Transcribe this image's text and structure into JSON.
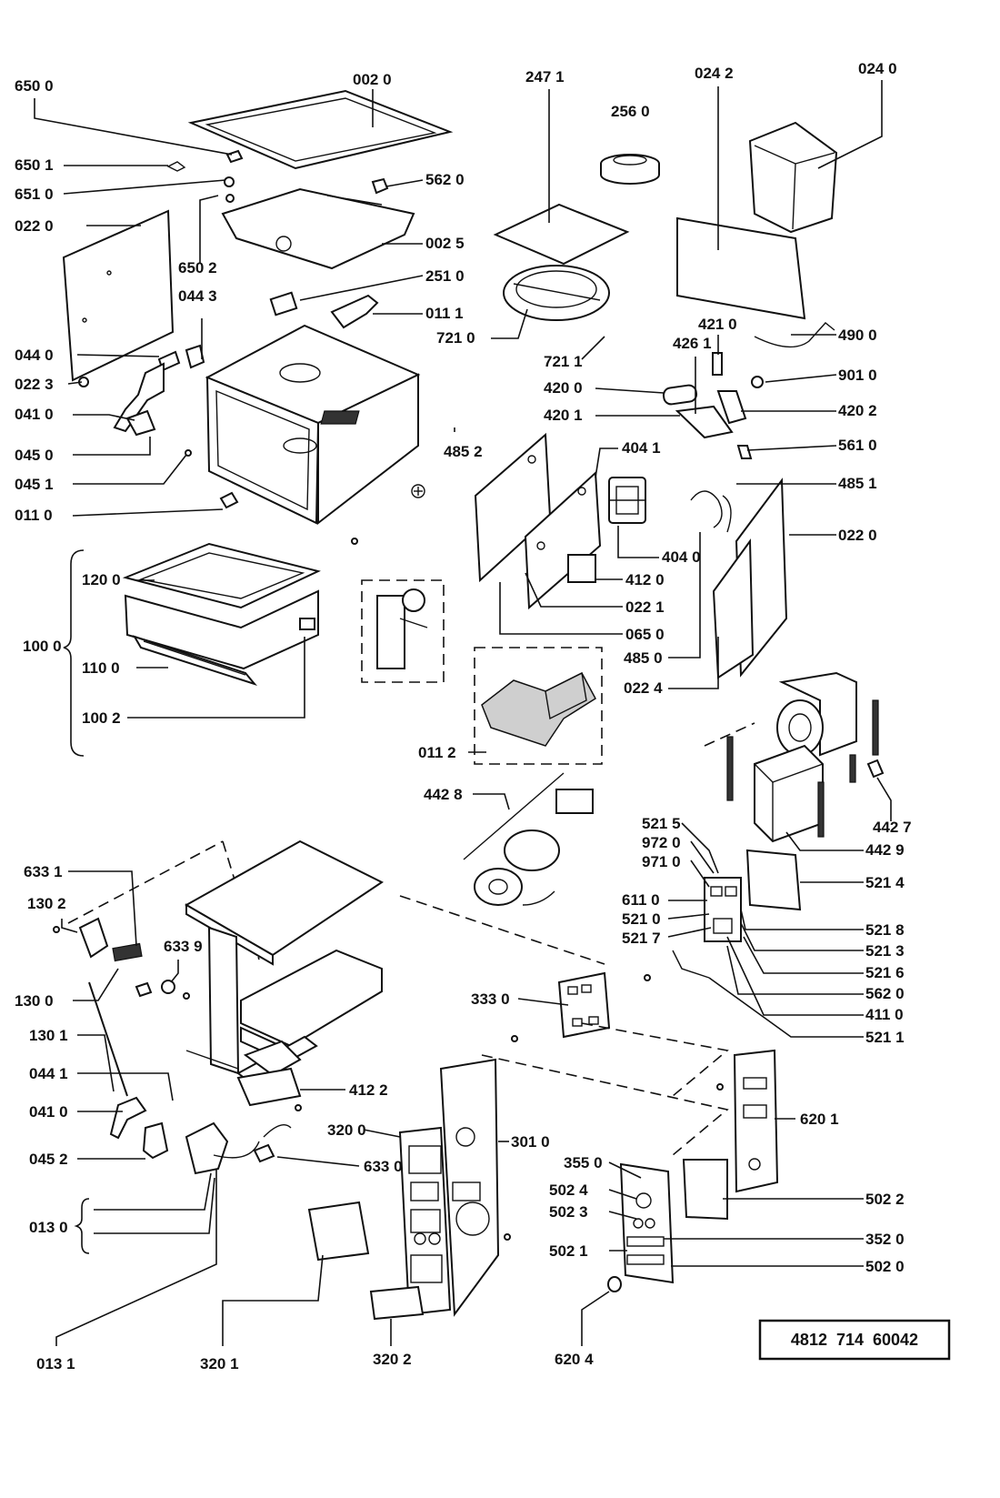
{
  "diagram": {
    "document_number": "4812  714  60042",
    "labels": [
      {
        "id": "l01",
        "text": "650 0"
      },
      {
        "id": "l02",
        "text": "002  0"
      },
      {
        "id": "l03",
        "text": "247  1"
      },
      {
        "id": "l04",
        "text": "256  0"
      },
      {
        "id": "l05",
        "text": "024  2"
      },
      {
        "id": "l06",
        "text": "024 0"
      },
      {
        "id": "l07",
        "text": "650  1"
      },
      {
        "id": "l08",
        "text": "562 0"
      },
      {
        "id": "l09",
        "text": "651 0"
      },
      {
        "id": "l10",
        "text": "022 0"
      },
      {
        "id": "l11",
        "text": "002 5"
      },
      {
        "id": "l12",
        "text": "650 2"
      },
      {
        "id": "l13",
        "text": "251 0"
      },
      {
        "id": "l14",
        "text": "044 3"
      },
      {
        "id": "l15",
        "text": "011 1"
      },
      {
        "id": "l16",
        "text": "721 0"
      },
      {
        "id": "l17",
        "text": "421 0"
      },
      {
        "id": "l18",
        "text": "426 1"
      },
      {
        "id": "l19",
        "text": "490 0"
      },
      {
        "id": "l20",
        "text": "044 0"
      },
      {
        "id": "l21",
        "text": "721 1"
      },
      {
        "id": "l22",
        "text": "901 0"
      },
      {
        "id": "l23",
        "text": "022 3"
      },
      {
        "id": "l24",
        "text": "420 0"
      },
      {
        "id": "l25",
        "text": "420 2"
      },
      {
        "id": "l26",
        "text": "041 0"
      },
      {
        "id": "l27",
        "text": "420 1"
      },
      {
        "id": "l28",
        "text": "485 2"
      },
      {
        "id": "l29",
        "text": "561 0"
      },
      {
        "id": "l30",
        "text": "045 0"
      },
      {
        "id": "l31",
        "text": "404 1"
      },
      {
        "id": "l32",
        "text": "045 1"
      },
      {
        "id": "l33",
        "text": "485 1"
      },
      {
        "id": "l34",
        "text": "011 0"
      },
      {
        "id": "l35",
        "text": "022 0"
      },
      {
        "id": "l36",
        "text": "404 0"
      },
      {
        "id": "l37",
        "text": "120 0"
      },
      {
        "id": "l38",
        "text": "412 0"
      },
      {
        "id": "l39",
        "text": "022 1"
      },
      {
        "id": "l40",
        "text": "100 0"
      },
      {
        "id": "l41",
        "text": "065 0"
      },
      {
        "id": "l42",
        "text": "110 0"
      },
      {
        "id": "l43",
        "text": "485 0"
      },
      {
        "id": "l44",
        "text": "022 4"
      },
      {
        "id": "l45",
        "text": "100 2"
      },
      {
        "id": "l46",
        "text": "011 2"
      },
      {
        "id": "l47",
        "text": "442 8"
      },
      {
        "id": "l48",
        "text": "442 7"
      },
      {
        "id": "l49",
        "text": "521 5"
      },
      {
        "id": "l50",
        "text": "442 9"
      },
      {
        "id": "l51",
        "text": "972 0"
      },
      {
        "id": "l52",
        "text": "971 0"
      },
      {
        "id": "l53",
        "text": "521 4"
      },
      {
        "id": "l54",
        "text": "633 1"
      },
      {
        "id": "l55",
        "text": "130 2"
      },
      {
        "id": "l56",
        "text": "611 0"
      },
      {
        "id": "l57",
        "text": "521 0"
      },
      {
        "id": "l58",
        "text": "521 8"
      },
      {
        "id": "l59",
        "text": "521 7"
      },
      {
        "id": "l60",
        "text": "521 3"
      },
      {
        "id": "l61",
        "text": "633 9"
      },
      {
        "id": "l62",
        "text": "521 6"
      },
      {
        "id": "l63",
        "text": "562 0"
      },
      {
        "id": "l64",
        "text": "130 0"
      },
      {
        "id": "l65",
        "text": "333 0"
      },
      {
        "id": "l66",
        "text": "411 0"
      },
      {
        "id": "l67",
        "text": "521 1"
      },
      {
        "id": "l68",
        "text": "130 1"
      },
      {
        "id": "l69",
        "text": "044 1"
      },
      {
        "id": "l70",
        "text": "412 2"
      },
      {
        "id": "l71",
        "text": "041 0"
      },
      {
        "id": "l72",
        "text": "320 0"
      },
      {
        "id": "l73",
        "text": "301 0"
      },
      {
        "id": "l74",
        "text": "620 1"
      },
      {
        "id": "l75",
        "text": "045 2"
      },
      {
        "id": "l76",
        "text": "633 0"
      },
      {
        "id": "l77",
        "text": "355 0"
      },
      {
        "id": "l78",
        "text": "502 4"
      },
      {
        "id": "l79",
        "text": "502 2"
      },
      {
        "id": "l80",
        "text": "502 3"
      },
      {
        "id": "l81",
        "text": "013 0"
      },
      {
        "id": "l82",
        "text": "352 0"
      },
      {
        "id": "l83",
        "text": "502 1"
      },
      {
        "id": "l84",
        "text": "502 0"
      },
      {
        "id": "l85",
        "text": "013 1"
      },
      {
        "id": "l86",
        "text": "320 1"
      },
      {
        "id": "l87",
        "text": "320  2"
      },
      {
        "id": "l88",
        "text": "620  4"
      }
    ]
  }
}
